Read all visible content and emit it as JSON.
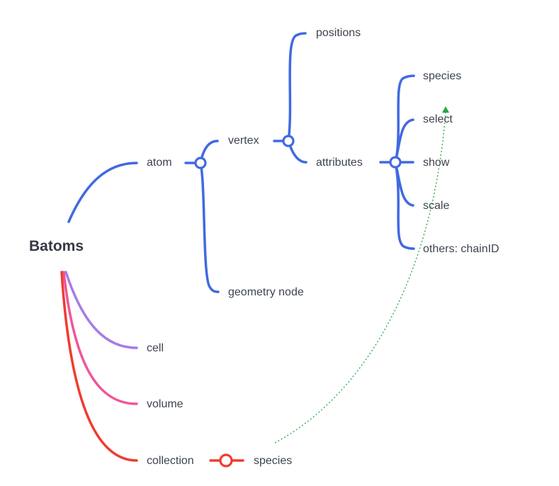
{
  "root": {
    "label": "Batoms"
  },
  "nodes": {
    "atom": "atom",
    "vertex": "vertex",
    "positions": "positions",
    "attributes": "attributes",
    "species": "species",
    "select": "select",
    "show": "show",
    "scale": "scale",
    "others": "others: chainID",
    "geometry_node": "geometry node",
    "cell": "cell",
    "volume": "volume",
    "collection": "collection",
    "collection_species": "species"
  },
  "colors": {
    "atom_branch": "#4169e1",
    "cell_branch": "#a67be8",
    "volume_branch": "#f0569a",
    "collection_branch": "#f03b30",
    "relation": "#22aa44",
    "text": "#3d4450"
  },
  "icons": {
    "collapse_toggle": "hollow-circle-icon",
    "relation_arrow": "arrow-head-icon"
  }
}
